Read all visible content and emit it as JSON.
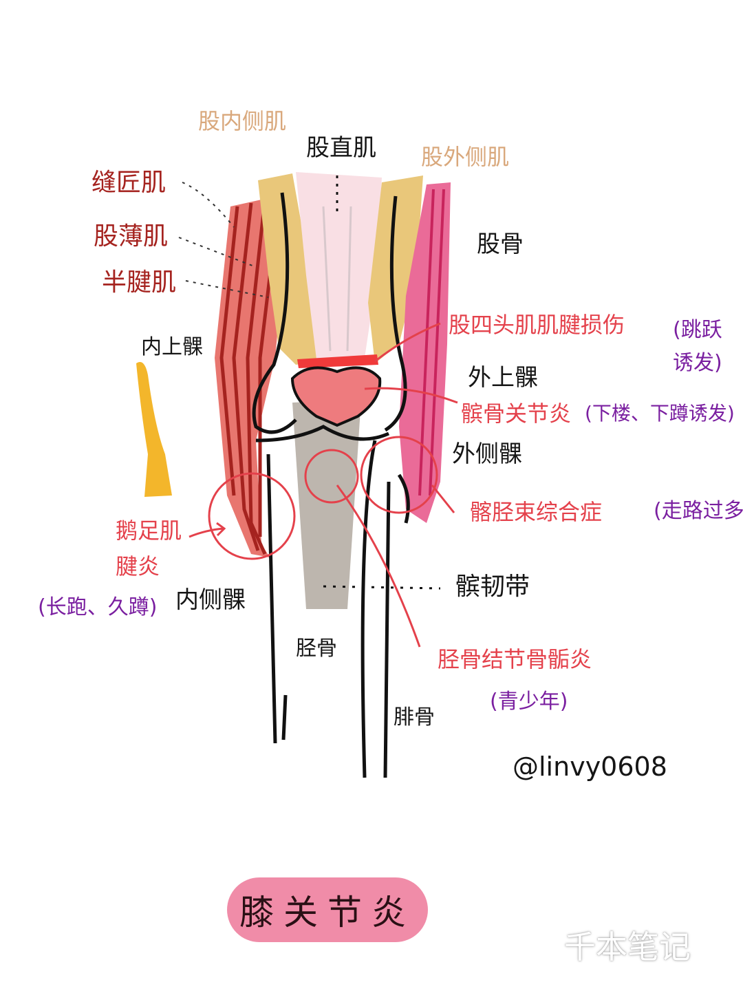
{
  "title": "膝关节炎",
  "signature": "@linvy0608",
  "watermark": "千本笔记",
  "labels": {
    "vastus_medialis": "股内侧肌",
    "rectus_femoris": "股直肌",
    "vastus_lateralis": "股外侧肌",
    "sartorius": "缝匠肌",
    "gracilis": "股薄肌",
    "semitendinosus": "半腱肌",
    "femur": "股骨",
    "medial_epicondyle": "内上髁",
    "lateral_epicondyle": "外上髁",
    "lateral_condyle": "外侧髁",
    "medial_condyle": "内侧髁",
    "patellar_ligament": "髌韧带",
    "tibia": "胫骨",
    "fibula": "腓骨"
  },
  "conditions": [
    {
      "name": "股四头肌肌腱损伤",
      "cause": "(跳跃诱发)"
    },
    {
      "name": "髌骨关节炎",
      "cause": "(下楼、下蹲诱发)"
    },
    {
      "name": "髂胫束综合症",
      "cause": "(走路过多"
    },
    {
      "name": "鹅足肌腱炎",
      "cause": "(长跑、久蹲)"
    },
    {
      "name": "胫骨结节骨骺炎",
      "cause": "(青少年)"
    }
  ],
  "colors": {
    "muscle_red": "#e8766f",
    "tendon_line": "#a5231f",
    "quad_tan": "#e9c77a",
    "rectus_pink": "#f9dfe4",
    "it_band_pink": "#ea6b98",
    "patella": "#ee7b7e",
    "ligament_gray": "#bdb6ae",
    "condition_red": "#e4414b",
    "cause_purple": "#7a1fa0",
    "title_pill": "#f08ca8"
  }
}
